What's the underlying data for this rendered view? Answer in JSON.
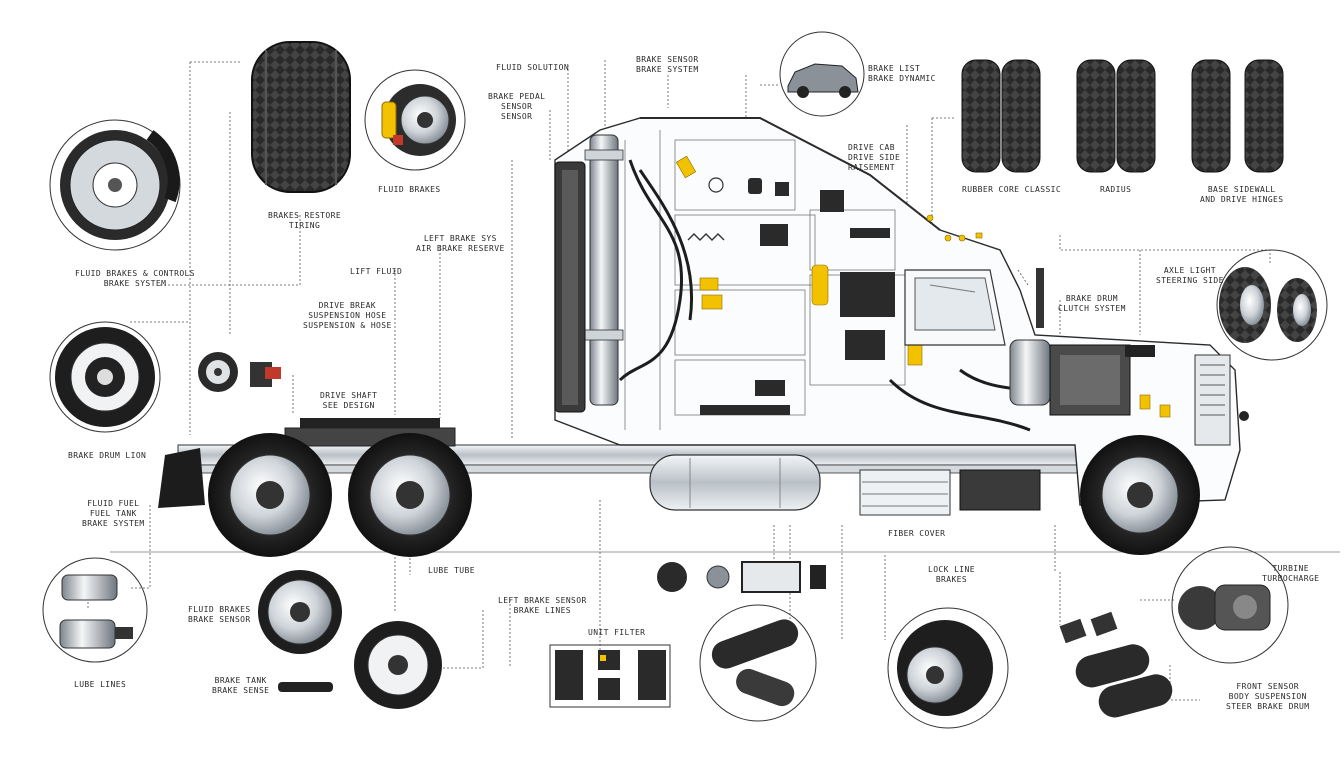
{
  "palette": {
    "ink": "#1e1e1e",
    "steel": "#9aa3ad",
    "light": "#e9ecef",
    "accent": "#f2c200",
    "red": "#c0392b",
    "leader": "#555555"
  },
  "icons": {
    "hero": "semi-truck-cutaway",
    "parts": [
      "brake-disc",
      "tire",
      "brake-caliper",
      "sedan-car",
      "tire-pair",
      "wheel-hub",
      "fan",
      "sensor",
      "fuel-tank",
      "exhaust-pipe",
      "wheel-rim",
      "electronic-module",
      "turbocharger",
      "axle-assembly"
    ]
  },
  "labels": {
    "fluid_system": [
      "FLUID SOLUTION"
    ],
    "brake_top": [
      "BRAKE SENSOR",
      "BRAKE SYSTEM"
    ],
    "brake_sensor": [
      "BRAKE PEDAL",
      "SENSOR",
      "SENSOR"
    ],
    "car_label": [
      "BRAKE LIST",
      "BRAKE DYNAMIC"
    ],
    "fluid_brakes": [
      "FLUID BRAKES"
    ],
    "drive_cab": [
      "DRIVE CAB",
      "DRIVE SIDE",
      "RAISEMENT"
    ],
    "tire_groups": [
      "RUBBER CORE CLASSIC"
    ],
    "tire_b": [
      "RADIUS"
    ],
    "tire_c": [
      "BASE SIDEWALL",
      "AND DRIVE HINGES"
    ],
    "brake_drive": [
      "BRAKES RESTORE",
      "TIRING"
    ],
    "left_brake_sys": [
      "LEFT BRAKE SYS",
      "AIR BRAKE RESERVE"
    ],
    "fluid_brakes_control": [
      "FLUID BRAKES & CONTROLS",
      "BRAKE SYSTEM"
    ],
    "lift_fluid": [
      "LIFT FLUID"
    ],
    "drive_break": [
      "DRIVE BREAK",
      "SUSPENSION HOSE",
      "SUSPENSION & HOSE"
    ],
    "axle_brake_right": [
      "AXLE LIGHT",
      "STEERING SIDE"
    ],
    "brake_drum_right": [
      "BRAKE DRUM",
      "CLUTCH SYSTEM"
    ],
    "drive_shaft": [
      "DRIVE SHAFT",
      "SEE DESIGN"
    ],
    "brake_drum_lion": [
      "BRAKE DRUM LION"
    ],
    "fluid_fuel": [
      "FLUID FUEL",
      "FUEL TANK",
      "BRAKE SYSTEM"
    ],
    "fluid_tube": [
      "LUBE TUBE"
    ],
    "left_brake_sensor": [
      "LEFT BRAKE SENSOR",
      "BRAKE LINES"
    ],
    "fluid_brakes_lower": [
      "FLUID BRAKES",
      "BRAKE SENSOR"
    ],
    "unit_lower": [
      "UNIT FILTER"
    ],
    "fiber_cover": [
      "FIBER COVER"
    ],
    "brake_line": [
      "LOCK LINE",
      "BRAKES"
    ],
    "turbo": [
      "TURBINE",
      "TURBOCHARGE"
    ],
    "brake_tank": [
      "BRAKE TANK",
      "BRAKE SENSE"
    ],
    "lube_lines": [
      "LUBE LINES"
    ],
    "right_lower": [
      "FRONT SENSOR",
      "BODY SUSPENSION",
      "STEER BRAKE DRUM"
    ]
  }
}
